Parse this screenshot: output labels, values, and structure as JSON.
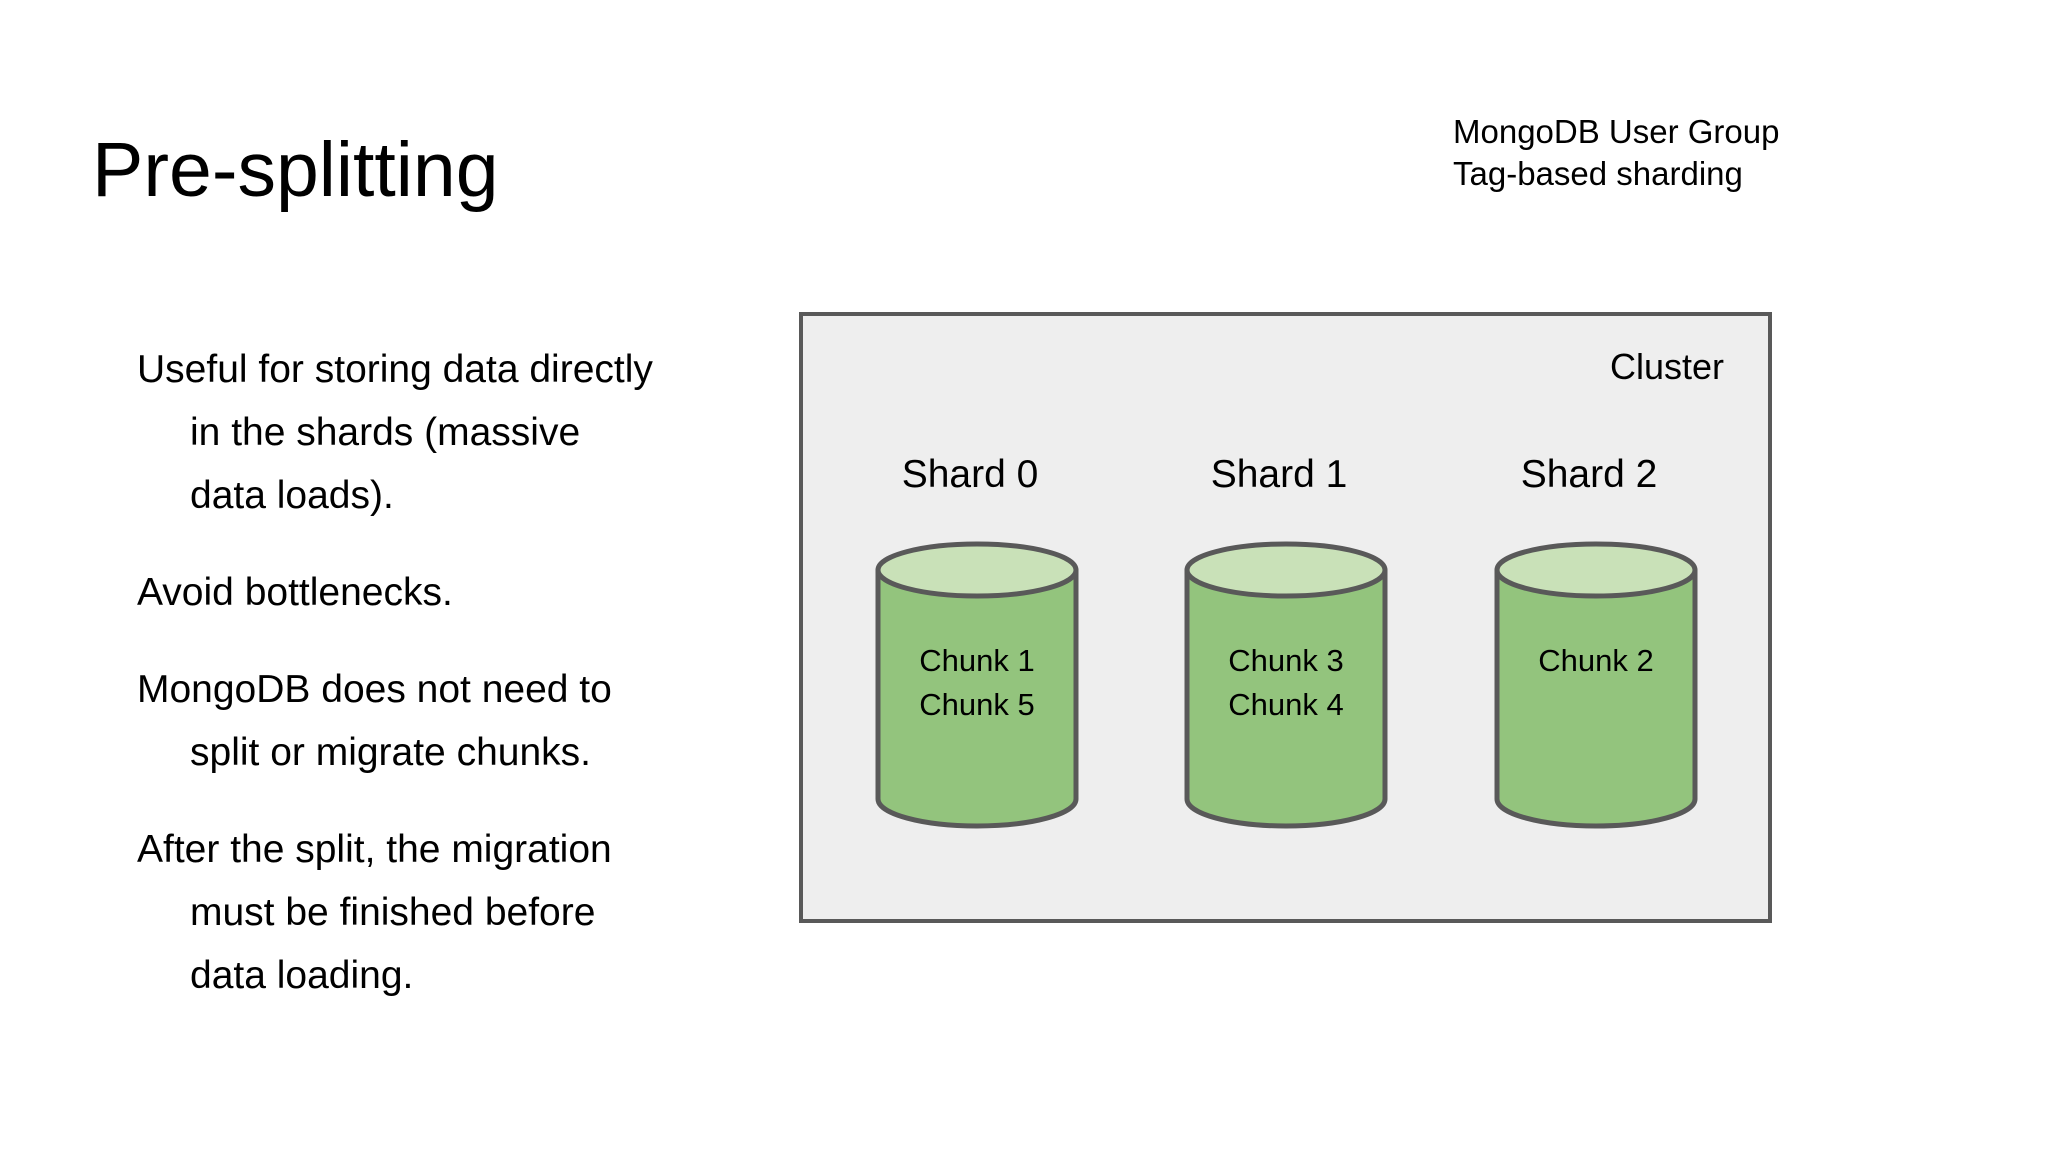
{
  "slide": {
    "title": "Pre-splitting",
    "header_right": {
      "line1": "MongoDB User Group",
      "line2": "Tag-based sharding"
    }
  },
  "bullets": [
    {
      "lines": [
        "Useful for storing data directly",
        "in the shards (massive",
        "data loads)."
      ]
    },
    {
      "lines": [
        "Avoid bottlenecks."
      ]
    },
    {
      "lines": [
        "MongoDB does not need to",
        "split or migrate chunks."
      ]
    },
    {
      "lines": [
        "After the split, the migration",
        "must be finished before",
        "data loading."
      ]
    }
  ],
  "diagram": {
    "cluster_label": "Cluster",
    "shards": [
      {
        "label": "Shard 0",
        "chunks": [
          "Chunk 1",
          "Chunk 5"
        ]
      },
      {
        "label": "Shard 1",
        "chunks": [
          "Chunk 3",
          "Chunk 4"
        ]
      },
      {
        "label": "Shard 2",
        "chunks": [
          "Chunk 2"
        ]
      }
    ],
    "colors": {
      "cylinder_body": "#93c47d",
      "cylinder_top": "#c9e1b8",
      "outline": "#595959",
      "cluster_fill": "#eeeeee"
    }
  }
}
